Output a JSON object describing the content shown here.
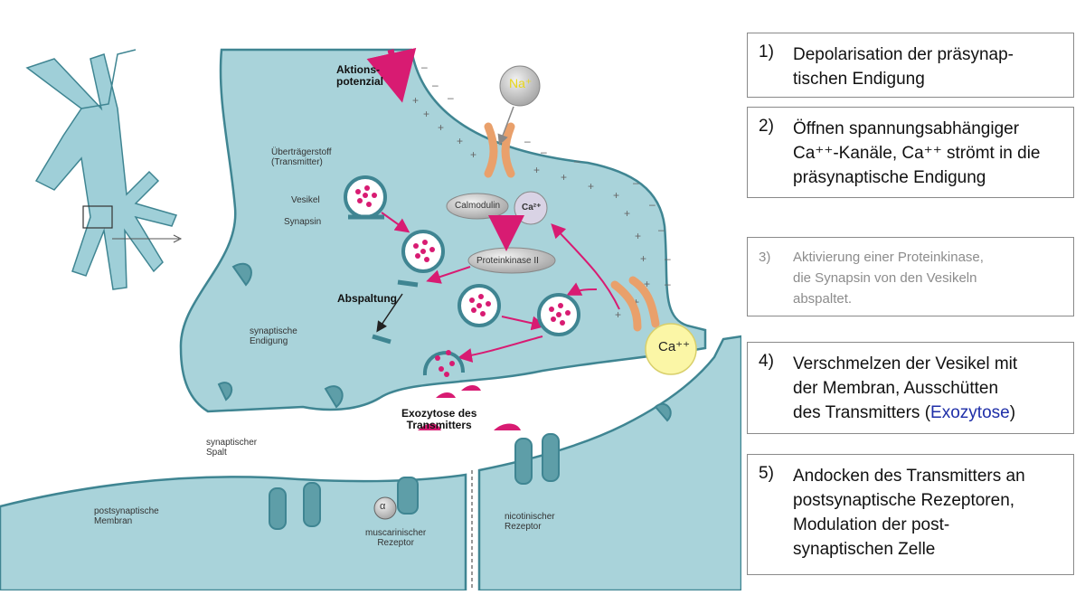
{
  "diagram": {
    "labels": {
      "aktionspotenzial": "Aktions-\npotenzial",
      "na": "Na⁺",
      "uebertraegerstoff": "Überträgerstoff\n(Transmitter)",
      "vesikel": "Vesikel",
      "synapsin": "Synapsin",
      "calmodulin": "Calmodulin",
      "ca2": "Ca²⁺",
      "proteinkinase": "Proteinkinase II",
      "abspaltung": "Abspaltung",
      "synaptische_endigung": "synaptische\nEndigung",
      "ca_ion": "Ca⁺⁺",
      "exozytose": "Exozytose des\nTransmitters",
      "synaptischer_spalt": "synaptischer\nSpalt",
      "postsynaptische_membran": "postsynaptische\nMembran",
      "alpha": "α",
      "muscarinischer": "muscarinischer\nRezeptor",
      "nicotinischer": "nicotinischer\nRezeptor"
    },
    "colors": {
      "cell": "#a9d3da",
      "membrane": "#3f8592",
      "magenta": "#d81b72",
      "orange": "#e9a06b",
      "ca_ion": "#fbf6a6"
    }
  },
  "steps": [
    {
      "num": "1)",
      "text": "Depolarisation der präsynap-\ntischen Endigung"
    },
    {
      "num": "2)",
      "text": "Öffnen spannungsabhängiger\nCa⁺⁺-Kanäle, Ca⁺⁺ strömt in die\npräsynaptische Endigung"
    },
    {
      "num": "3)",
      "text": "Aktivierung einer Proteinkinase,\ndie Synapsin von den Vesikeln\nabspaltet."
    },
    {
      "num": "4)",
      "text_before": "Verschmelzen der Vesikel mit\nder Membran, Ausschütten\ndes Transmitters (",
      "text_highlight": "Exozytose",
      "text_after": ")"
    },
    {
      "num": "5)",
      "text": "Andocken des Transmitters an\npostsynaptische Rezeptoren,\nModulation der post-\nsynaptischen Zelle"
    }
  ]
}
